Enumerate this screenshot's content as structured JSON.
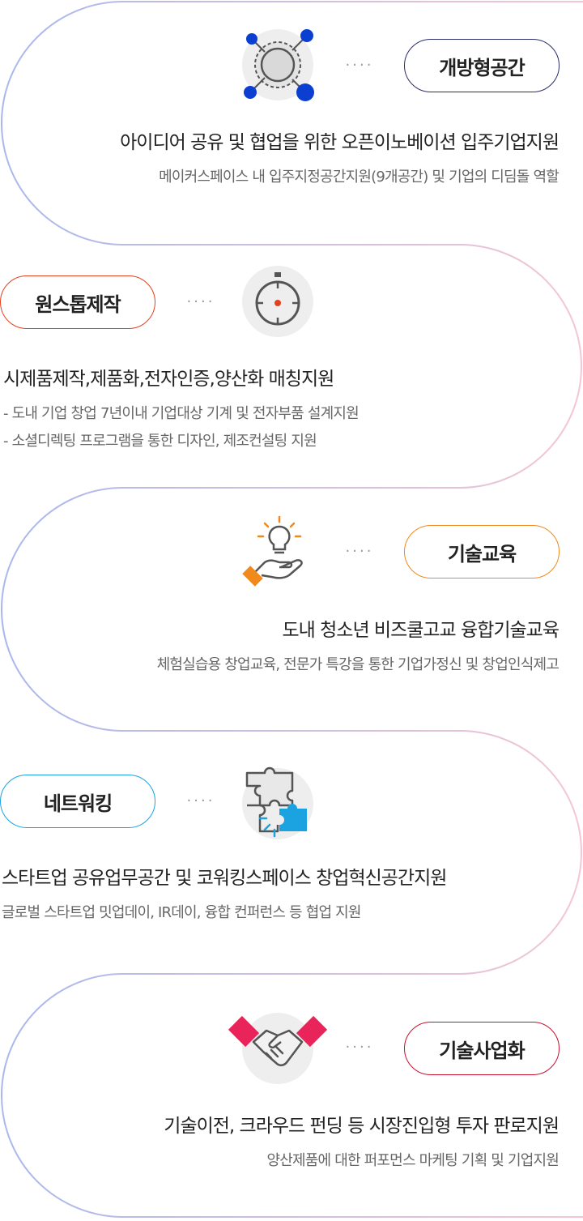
{
  "colors": {
    "line_blue": "#a9b8ec",
    "line_pink": "#f4c6d2",
    "navy": "#2a2d6b",
    "red": "#e2411f",
    "orange": "#f08a1c",
    "sky": "#1aa3e0",
    "crimson": "#c8102e",
    "blue": "#0b3fd1",
    "icon_bg": "#eeeeee"
  },
  "sections": [
    {
      "pill": "개방형공간",
      "dots": "····",
      "icon": "network-hub-icon",
      "title": "아이디어 공유 및 협업을 위한 오픈이노베이션 입주기업지원",
      "desc": [
        "메이커스페이스 내 입주지정공간지원(9개공간) 및 기업의 디딤돌 역할"
      ]
    },
    {
      "pill": "원스톱제작",
      "dots": "····",
      "icon": "target-timer-icon",
      "title": "시제품제작,제품화,전자인증,양산화 매칭지원",
      "desc": [
        "- 도내 기업 창업 7년이내 기업대상 기계 및 전자부품 설계지원",
        "- 소셜디렉팅 프로그램을 통한 디자인,  제조컨설팅 지원"
      ]
    },
    {
      "pill": "기술교육",
      "dots": "····",
      "icon": "lightbulb-hand-icon",
      "title": "도내 청소년 비즈쿨고교 융합기술교육",
      "desc": [
        "체험실습용 창업교육, 전문가 특강을 통한 기업가정신 및 창업인식제고"
      ]
    },
    {
      "pill": "네트워킹",
      "dots": "····",
      "icon": "puzzle-icon",
      "title": "스타트업 공유업무공간 및 코워킹스페이스 창업혁신공간지원",
      "desc": [
        "글로벌 스타트업 밋업데이, IR데이, 융합 컨퍼런스 등 협업 지원"
      ]
    },
    {
      "pill": "기술사업화",
      "dots": "····",
      "icon": "handshake-icon",
      "title": "기술이전, 크라우드 펀딩 등 시장진입형 투자 판로지원",
      "desc": [
        "양산제품에 대한 퍼포먼스 마케팅 기획 및 기업지원"
      ]
    }
  ]
}
